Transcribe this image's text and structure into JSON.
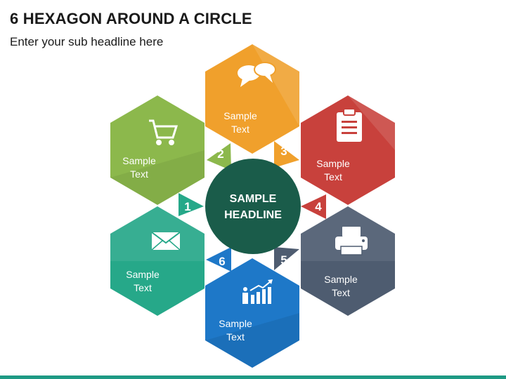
{
  "header": {
    "title": "6 HEXAGON AROUND A CIRCLE",
    "subtitle": "Enter your sub headline here"
  },
  "center": {
    "line1": "SAMPLE",
    "line2": "HEADLINE",
    "color": "#1a5c4a"
  },
  "hexagons": [
    {
      "number": "1",
      "line1": "Sample",
      "line2": "Text",
      "icon": "mail-icon",
      "color": "#26a889"
    },
    {
      "number": "2",
      "line1": "Sample",
      "line2": "Text",
      "icon": "shopping-cart-icon",
      "color": "#8cb84c"
    },
    {
      "number": "3",
      "line1": "Sample",
      "line2": "Text",
      "icon": "chat-bubbles-icon",
      "color": "#f0a02c"
    },
    {
      "number": "4",
      "line1": "Sample",
      "line2": "Text",
      "icon": "clipboard-icon",
      "color": "#c8413c"
    },
    {
      "number": "5",
      "line1": "Sample",
      "line2": "Text",
      "icon": "printer-icon",
      "color": "#4e5c70"
    },
    {
      "number": "6",
      "line1": "Sample",
      "line2": "Text",
      "icon": "growth-chart-icon",
      "color": "#1e78c8"
    }
  ],
  "accent_bar_color": "#1e9a84"
}
